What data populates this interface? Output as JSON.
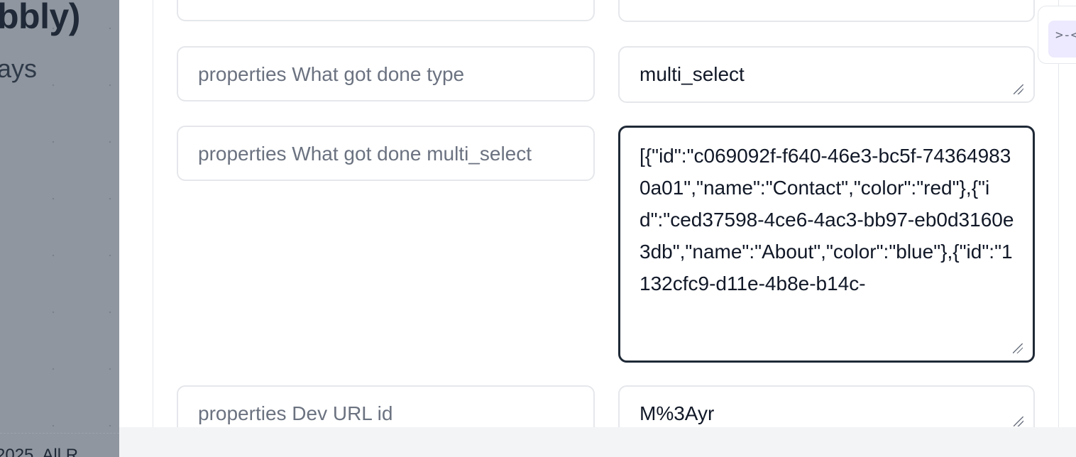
{
  "background": {
    "heading": "bbly)",
    "subtext": "ays",
    "footer": "2025. All R"
  },
  "rows": [
    {
      "key": "",
      "value": ""
    },
    {
      "key": "properties What got done type",
      "value": "multi_select"
    },
    {
      "key": "properties What got done multi_select",
      "value": "[{\"id\":\"c069092f-f640-46e3-bc5f-743649830a01\",\"name\":\"Contact\",\"color\":\"red\"},{\"id\":\"ced37598-4ce6-4ac3-bb97-eb0d3160e3db\",\"name\":\"About\",\"color\":\"blue\"},{\"id\":\"1132cfc9-d11e-4b8e-b14c-"
    },
    {
      "key": "properties Dev URL id",
      "value": "M%3Ayr"
    }
  ],
  "tool_button": {
    "icon": "code-icon",
    "glyph": ">-<"
  },
  "colors": {
    "overlay": "#8f969f",
    "border": "#e5e7eb",
    "focus_border": "#1f2937",
    "placeholder": "#6b7280",
    "tool_accent": "#ede9fe"
  }
}
